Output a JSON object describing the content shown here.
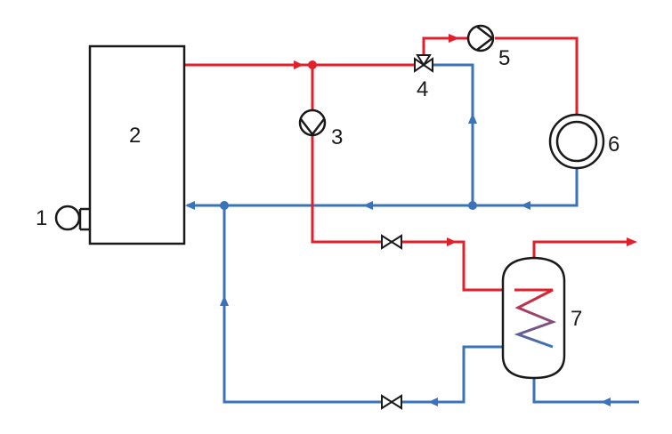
{
  "colors": {
    "supply": "#e3202a",
    "return": "#3a73b8",
    "outline": "#1a1a1a",
    "background": "#ffffff"
  },
  "labels": {
    "burner": "1",
    "boiler": "2",
    "pump_primary": "3",
    "mixing_valve": "4",
    "pump_heating": "5",
    "radiator": "6",
    "storage_tank": "7"
  },
  "icons": {
    "burner": "burner-icon",
    "pump": "pump-icon",
    "three_way_valve": "three-way-valve-icon",
    "shutoff_valve": "shutoff-valve-icon",
    "radiator": "radiator-icon",
    "coil": "heating-coil-icon",
    "flow_arrow": "flow-arrow-icon"
  }
}
